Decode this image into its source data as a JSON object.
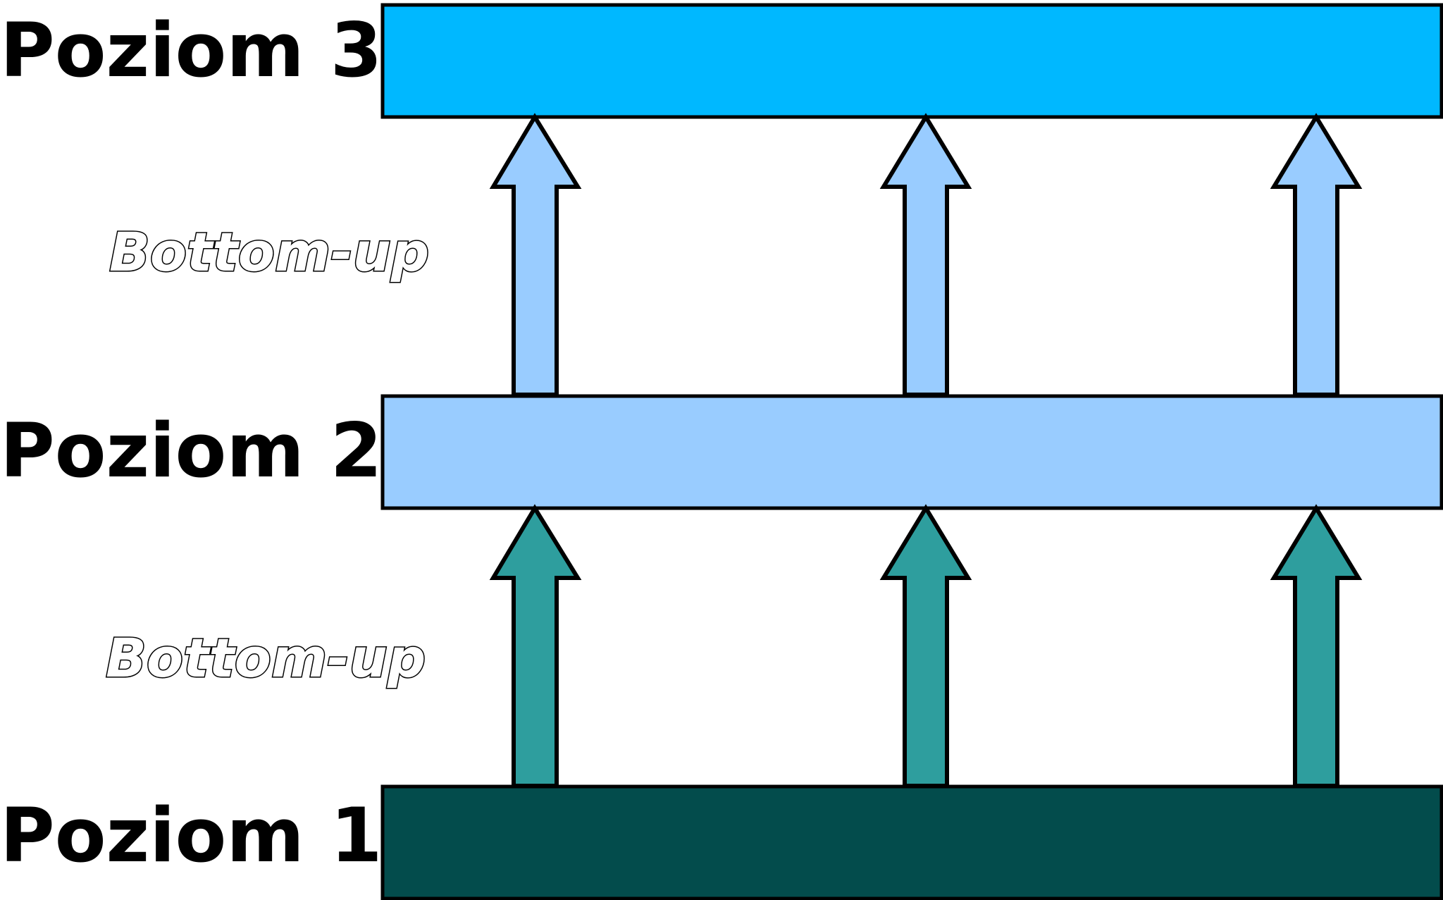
{
  "levels": [
    {
      "label": "Poziom 3",
      "color": "#00b8ff"
    },
    {
      "label": "Poziom 2",
      "color": "#99ccff"
    },
    {
      "label": "Poziom 1",
      "color": "#034c4c"
    }
  ],
  "connections": [
    {
      "label": "Bottom-up",
      "from": "Poziom 2",
      "to": "Poziom 3",
      "arrow_color": "#99ccff",
      "arrow_count": 3
    },
    {
      "label": "Bottom-up",
      "from": "Poziom 1",
      "to": "Poziom 2",
      "arrow_color": "#2e9e9e",
      "arrow_count": 3
    }
  ]
}
